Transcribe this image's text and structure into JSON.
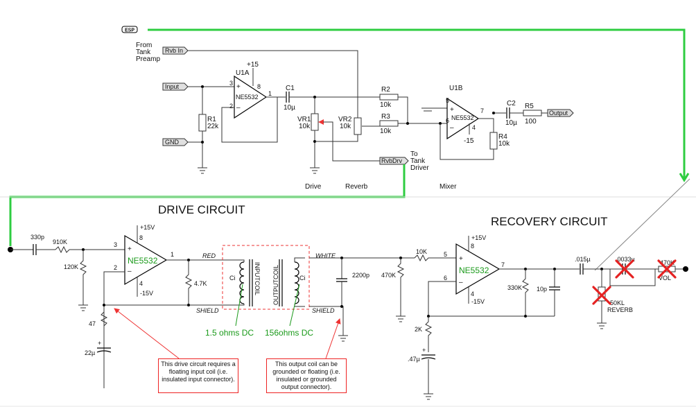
{
  "top": {
    "esp": "ESP",
    "from_tank": [
      "From",
      "Tank",
      "Preamp"
    ],
    "tags": {
      "rvb_in": "Rvb In",
      "input": "Input",
      "gnd": "GND",
      "rvb_drv": "RvbDrv",
      "output": "Output"
    },
    "to_tank": [
      "To",
      "Tank",
      "Driver"
    ],
    "u1a": "U1A",
    "plus15": "+15",
    "minus15": "-15",
    "ne5532": "NE5532",
    "u1b": "U1B",
    "pins": {
      "p3": "3",
      "p2": "2",
      "p8": "8",
      "p1": "1",
      "p5": "5",
      "p6": "6",
      "p7": "7",
      "p4": "4"
    },
    "c1": "C1",
    "c1v": "10µ",
    "c2": "C2",
    "c2v": "10µ",
    "r1": "R1",
    "r1v": "22k",
    "r2": "R2",
    "r2v": "10k",
    "r3": "R3",
    "r3v": "10k",
    "r4": "R4",
    "r4v": "10k",
    "r5": "R5",
    "r5v": "100",
    "vr1": "VR1",
    "vr1v": "10k",
    "vr2": "VR2",
    "vr2v": "10k",
    "drive": "Drive",
    "reverb": "Reverb",
    "mixer": "Mixer"
  },
  "drive": {
    "title": "DRIVE CIRCUIT",
    "c330": "330p",
    "r910": "910K",
    "r120": "120K",
    "r47": "47",
    "c22": "22µ",
    "plus15": "+15V",
    "minus15": "-15V",
    "op": "NE5532",
    "p3": "3",
    "p2": "2",
    "p8": "8",
    "p4": "4",
    "p1": "1",
    "r47k": "4.7K",
    "red": "RED",
    "shield": "SHIELD"
  },
  "coils": {
    "input": "INPUTCOIL",
    "output": "OUTPUTCOIL",
    "ci": "Ci",
    "co": "Ci",
    "white": "WHITE",
    "shield": "SHIELD",
    "dc_in": "1.5 ohms DC",
    "dc_out": "156ohms DC",
    "c2200": "2200p"
  },
  "recovery": {
    "title": "RECOVERY CIRCUIT",
    "r470": "470K",
    "r10k": "10K",
    "plus15": "+15V",
    "minus15": "-15V",
    "op": "NE5532",
    "p5": "5",
    "p6": "6",
    "p8": "8",
    "p4": "4",
    "p7": "7",
    "r330": "330K",
    "c10p": "10p",
    "r2k": "2K",
    "c47": ".47µ",
    "c015": ".015µ",
    "c0033": ".0033µ",
    "r470b": "470K",
    "vol": "VOL",
    "pot50": "50KL",
    "reverb": "REVERB"
  },
  "notes": {
    "drive": "This drive circuit requires a floating input coil (i.e. insulated input connector).",
    "output": "This output coil can be grounded or floating (i.e. insulated or grounded output connector)."
  },
  "colors": {
    "highlight": "#2ecc40",
    "annotation": "#e33",
    "label_green": "#1a9a1a",
    "x_mark": "#e52222"
  }
}
